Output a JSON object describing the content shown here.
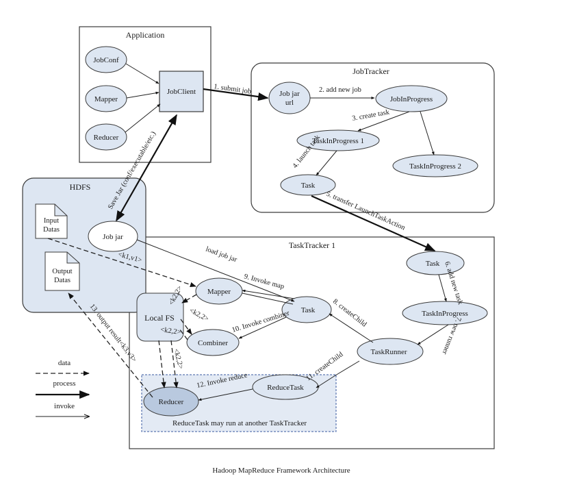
{
  "application": {
    "title": "Application",
    "jobconf": "JobConf",
    "mapper": "Mapper",
    "reducer": "Reducer",
    "jobclient": "JobClient"
  },
  "jobtracker": {
    "title": "JobTracker",
    "jobjar_line1": "Job jar",
    "jobjar_line2": "url",
    "jobinprogress": "JobInProgress",
    "taskinprogress1": "TaskInProgress 1",
    "taskinprogress2": "TaskInProgress 2",
    "task": "Task"
  },
  "hdfs": {
    "title": "HDFS",
    "input_line1": "Input",
    "input_line2": "Datas",
    "output_line1": "Output",
    "output_line2": "Datas"
  },
  "tasktracker": {
    "title": "TaskTracker 1",
    "jobjar": "Job jar",
    "mapper": "Mapper",
    "localfs": "Local FS",
    "combiner": "Combiner",
    "maptask": "Task",
    "taskrunner": "TaskRunner",
    "task": "Task",
    "taskinprogress": "TaskInProgress",
    "reducetask": "ReduceTask",
    "reducer": "Reducer",
    "reduce_note": "ReduceTask may run at another TaskTracker"
  },
  "edges": {
    "e1": "1. submit job",
    "e2": "2. add new job",
    "e3": "3. create task",
    "e4": "4. launch task",
    "e5": "5. transfer LaunchTaskAction",
    "e6": "6. add new task",
    "e7": "7. new runner",
    "e8": "8. createChild",
    "e9": "9. Invoke map",
    "e10": "10. Invoke combiner",
    "e11": "11. createChild",
    "e12": "12. Invoke reduce",
    "e13": "13. output result<k3,v3>",
    "save": "Save Jar (conf/executable/etc.)",
    "load": "load job jar",
    "k1v1": "<k1,v1>",
    "k2_2a": "<k2,2>",
    "k2_2b": "<k2,2>",
    "k2_2c": "<k2,2>",
    "k2_2d": "<k2,2>"
  },
  "legend": {
    "data": "data",
    "process": "process",
    "invoke": "invoke"
  },
  "caption": "Hadoop MapReduce Framework Architecture"
}
